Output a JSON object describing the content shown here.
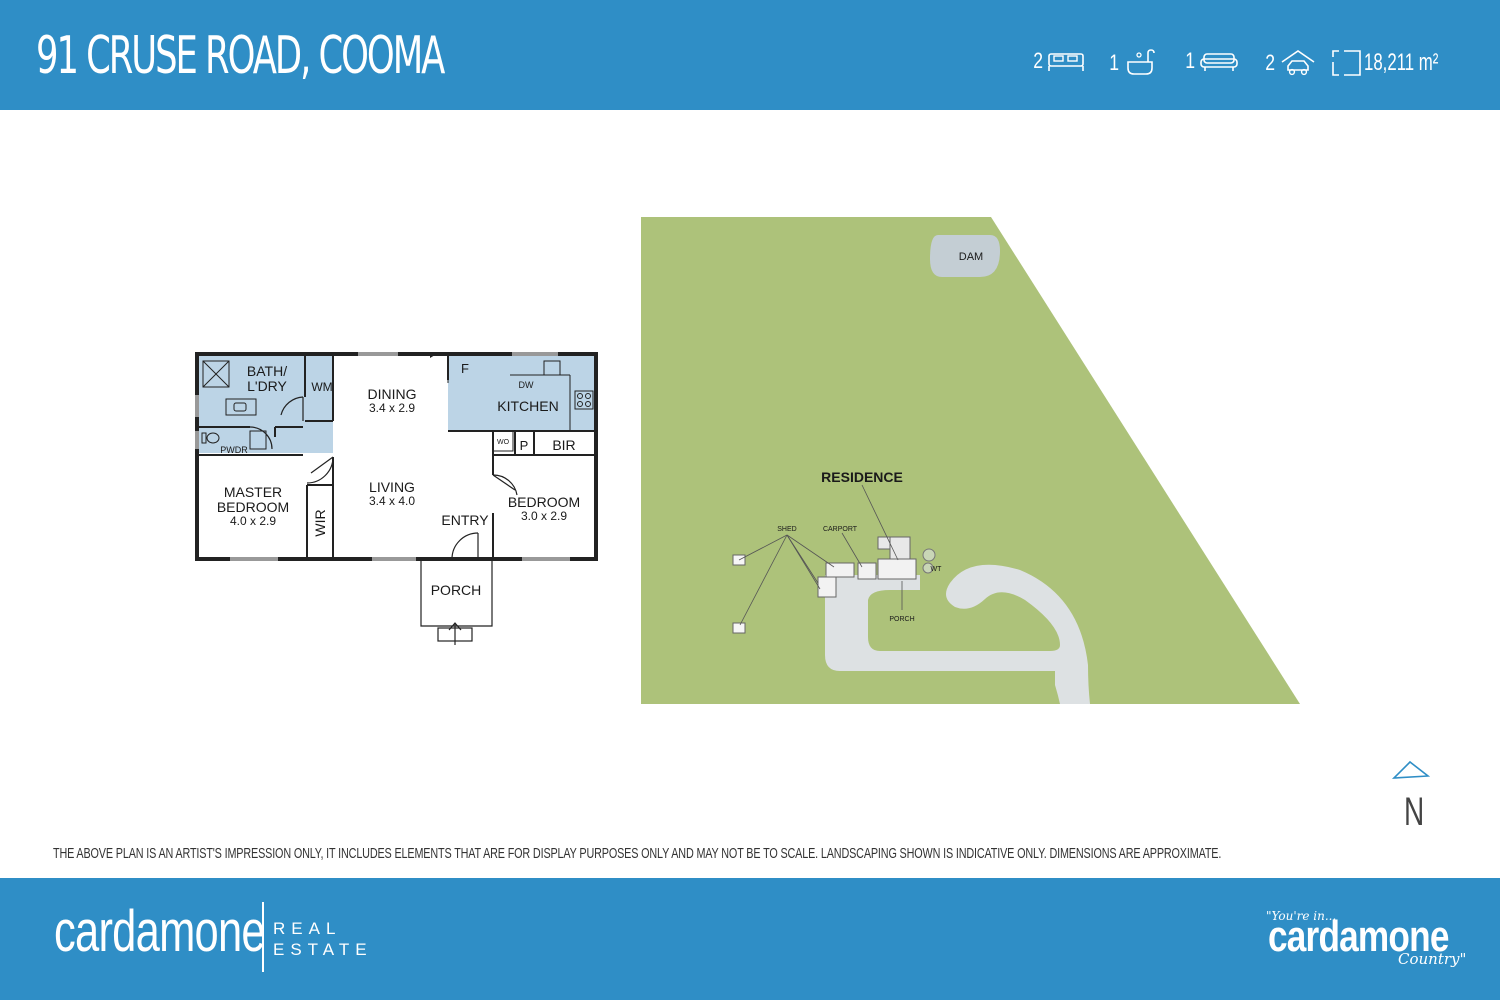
{
  "header": {
    "title": "91 CRUSE ROAD, COOMA",
    "features": {
      "bedrooms": {
        "count": "2",
        "icon": "bed-icon"
      },
      "bathrooms": {
        "count": "1",
        "icon": "bath-icon"
      },
      "living": {
        "count": "1",
        "icon": "sofa-icon"
      },
      "parking": {
        "count": "2",
        "icon": "car-icon"
      },
      "land_area": {
        "value": "18,211 m²",
        "icon": "land-area-icon"
      }
    }
  },
  "floor_plan": {
    "rooms": {
      "bath_laundry": {
        "line1": "BATH/",
        "line2": "L'DRY"
      },
      "washing_machine": "WM",
      "powder": "PWDR",
      "dining": {
        "name": "DINING",
        "size": "3.4 x 2.9"
      },
      "fridge": "F",
      "dishwasher": "DW",
      "kitchen": "KITCHEN",
      "wall_oven": "WO",
      "pantry": "P",
      "built_in_robe": "BIR",
      "master_bedroom": {
        "line1": "MASTER",
        "line2": "BEDROOM",
        "size": "4.0 x 2.9"
      },
      "walk_in_robe": "WIR",
      "living": {
        "name": "LIVING",
        "size": "3.4 x 4.0"
      },
      "entry": "ENTRY",
      "bedroom": {
        "name": "BEDROOM",
        "size": "3.0 x 2.9"
      },
      "porch": "PORCH"
    }
  },
  "site_plan": {
    "labels": {
      "dam": "DAM",
      "residence": "RESIDENCE",
      "shed": "SHED",
      "carport": "CARPORT",
      "water_tank": "WT",
      "porch": "PORCH"
    },
    "colors": {
      "land": "#adc27a",
      "driveway": "#dde1e3",
      "dam": "#c4ced4",
      "interior_shading": "#bcd4e6"
    }
  },
  "north_label": "N",
  "disclaimer": "THE ABOVE PLAN IS AN ARTIST'S IMPRESSION ONLY, IT INCLUDES ELEMENTS THAT ARE FOR DISPLAY PURPOSES ONLY AND MAY NOT BE TO SCALE. LANDSCAPING SHOWN IS INDICATIVE ONLY. DIMENSIONS ARE APPROXIMATE.",
  "footer": {
    "brand_left": "cardamone",
    "brand_left_sub1": "REAL",
    "brand_left_sub2": "ESTATE",
    "brand_right_tagline": "\"You're in...",
    "brand_right": "cardamone",
    "brand_right_sub": "Country\""
  },
  "colors": {
    "brand_blue": "#2f8ec6"
  }
}
